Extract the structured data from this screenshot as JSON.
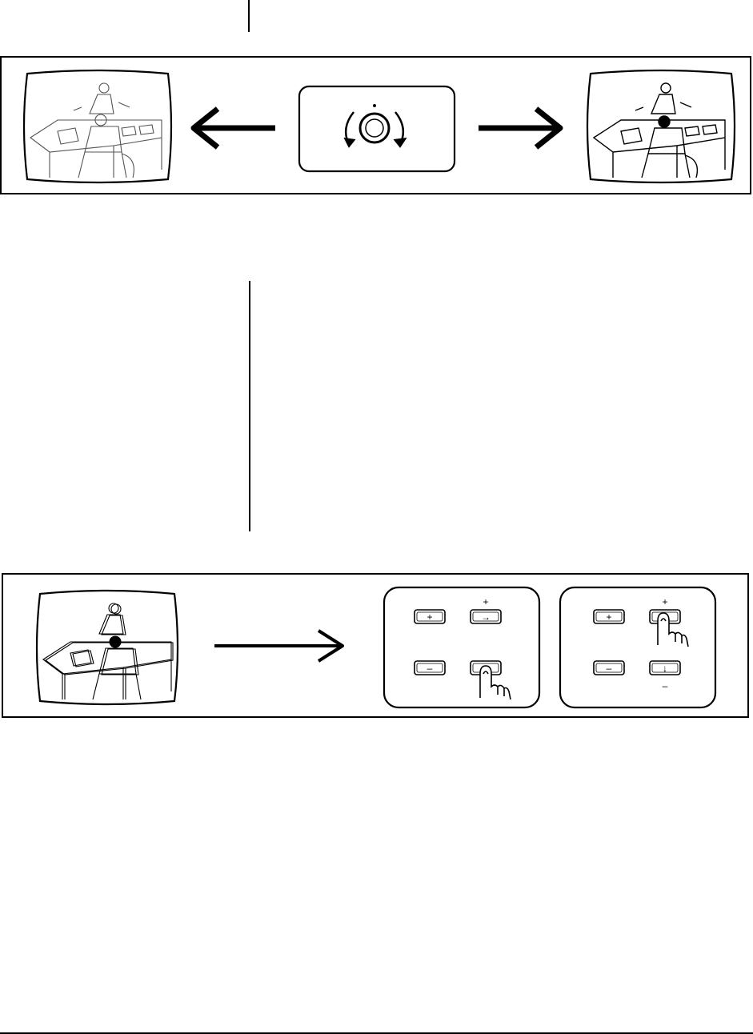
{
  "figure1": {
    "left_screen": {
      "icon": "tv-screen-low-contrast-icon"
    },
    "right_screen": {
      "icon": "tv-screen-high-contrast-icon"
    },
    "knob": {
      "icon": "rotary-knob-icon"
    },
    "arrows": [
      "arrow-left-icon",
      "arrow-right-icon"
    ]
  },
  "figure2": {
    "screen": {
      "icon": "tv-screen-blurred-icon"
    },
    "panel_a": {
      "buttons": [
        {
          "label": "+",
          "icon": "plus-button"
        },
        {
          "label": "→",
          "top_label": "+",
          "icon": "arrow-right-button"
        },
        {
          "label": "–",
          "icon": "minus-button"
        },
        {
          "label": "",
          "icon": "pressed-button"
        }
      ],
      "finger_icon": "finger-press-icon"
    },
    "panel_b": {
      "buttons": [
        {
          "label": "+",
          "icon": "plus-button"
        },
        {
          "label": "",
          "top_label": "+",
          "icon": "pressed-button"
        },
        {
          "label": "–",
          "icon": "minus-button"
        },
        {
          "label": "↓",
          "bottom_label": "–",
          "icon": "arrow-down-button"
        }
      ],
      "finger_icon": "finger-press-icon"
    }
  }
}
